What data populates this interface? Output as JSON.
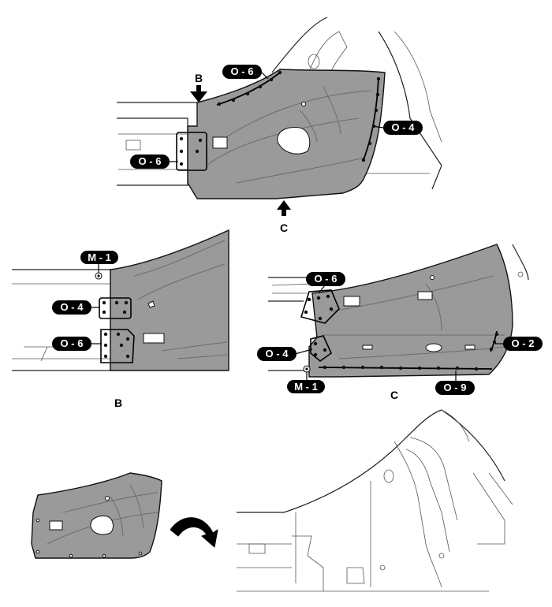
{
  "callouts": {
    "top_o6_arch": "O - 6",
    "top_o4_right": "O - 4",
    "top_o6_left": "O - 6",
    "b_m1": "M - 1",
    "b_o4": "O - 4",
    "b_o6": "O - 6",
    "c_o6": "O - 6",
    "c_o4": "O - 4",
    "c_m1": "M - 1",
    "c_o2": "O - 2",
    "c_o9": "O - 9"
  },
  "view_labels": {
    "arrow_b": "B",
    "arrow_c": "C",
    "detail_b": "B",
    "detail_c": "C"
  },
  "colors": {
    "panel_fill": "#9a9a9a",
    "line": "#222222",
    "callout_fill": "#000000",
    "callout_text": "#ffffff"
  },
  "icons": {
    "removal_arrow": "curved-arrow-icon",
    "view_arrow": "down-arrow-icon"
  }
}
